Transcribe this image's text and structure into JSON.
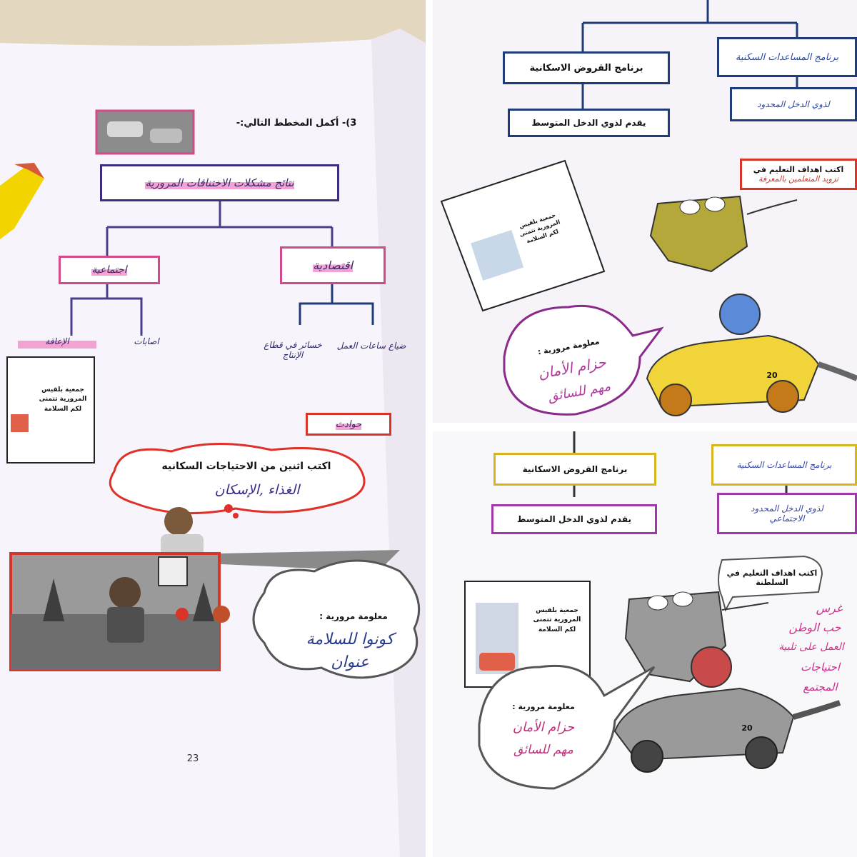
{
  "left_page": {
    "exercise_title": "3)- أكمل المخطط التالي:-",
    "root_box": "نتائج مشكلات الاختناقات المرورية",
    "branch_right": "اقتصادية",
    "branch_left": "اجتماعية",
    "leaf_1": "ضياع ساعات العمل",
    "leaf_2": "خسائر في قطاع الإنتاج",
    "leaf_3": "اصابات",
    "leaf_4": "الإعاقة",
    "extra_box": "حوادث",
    "cloud_prompt": "اكتب اثنين من الاحتياجات السكانيه",
    "cloud_answer": "الغذاء ,الإسكان",
    "info_label": "معلومة مرورية :",
    "info_answer_line1": "كونوا للسلامة",
    "info_answer_line2": "عنوان",
    "page_number": "23",
    "logo_text": "جمعية بلقيس المرورية تتمنى لكم السلامة"
  },
  "top_right": {
    "program_right": "برنامج المساعدات السكنية",
    "program_left": "برنامج القروض الاسكانية",
    "sub_right": "لذوي الدخل المحدود",
    "sub_left": "يقدم لذوي الدخل المتوسط",
    "edu_prompt": "اكتب اهداف التعليم في",
    "edu_answer": "تزويد المتعلمين بالمعرفة",
    "info_label": "معلومة مرورية :",
    "info_answer_line1": "حزام الأمان",
    "info_answer_line2": "مهم للسائق",
    "logo_text": "جمعية بلقيس المرورية تتمنى لكم السلامة",
    "car_number": "20"
  },
  "bottom_right": {
    "program_right": "برنامج المساعدات السكنية",
    "program_left": "برنامج القروض الاسكانية",
    "sub_right": "لذوي الدخل المحدود",
    "sub_left": "يقدم لذوي الدخل المتوسط",
    "sub_right_extra": "الاجتماعي",
    "edu_prompt": "اكتب اهداف التعليم في السلطنة",
    "edu_answer_1": "غرس",
    "edu_answer_2": "حب الوطن",
    "edu_answer_3": "العمل على تلبية",
    "edu_answer_4": "احتياجات",
    "edu_answer_5": "المجتمع",
    "info_label": "معلومة مرورية :",
    "info_answer_line1": "حزام الأمان",
    "info_answer_line2": "مهم للسائق",
    "logo_text": "جمعية بلقيس المرورية تتمنى لكم السلامة",
    "car_number": "20"
  }
}
